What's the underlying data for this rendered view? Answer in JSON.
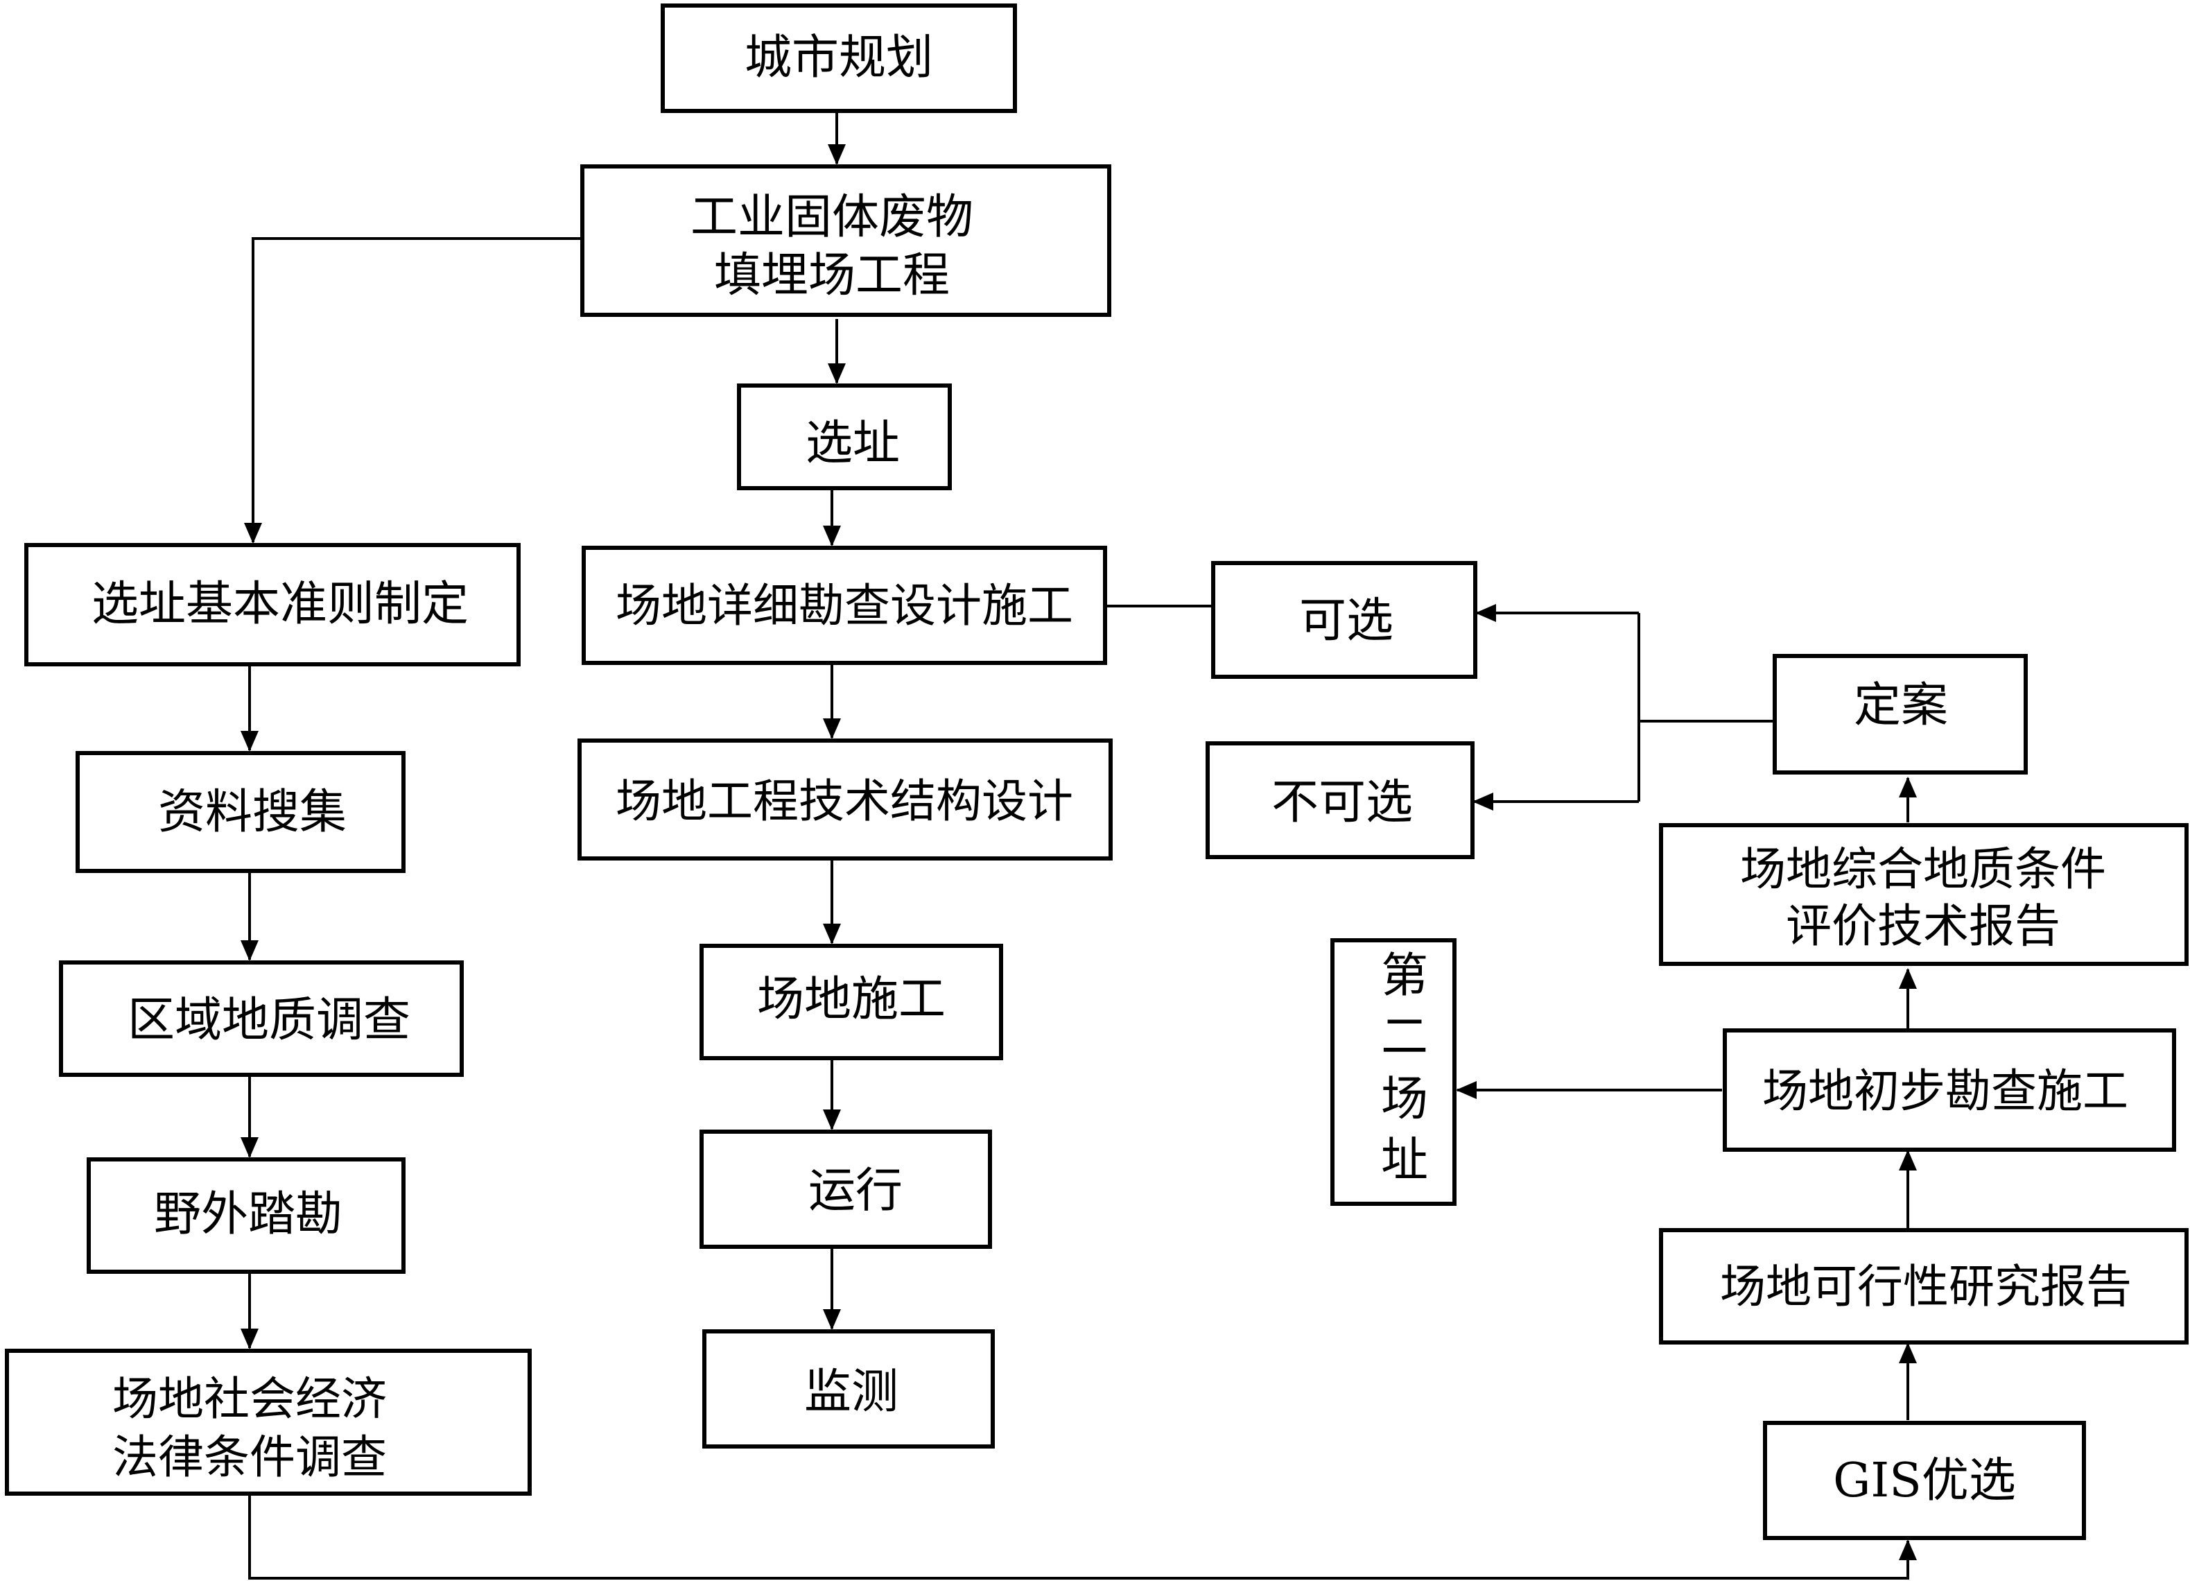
{
  "boxes": {
    "city_planning": "城市规划",
    "landfill_project": [
      "工业固体废物",
      "填埋场工程"
    ],
    "site_selection": "选址",
    "site_criteria": "选址基本准则制定",
    "data_collection": "资料搜集",
    "regional_geology": "区域地质调查",
    "field_survey": "野外踏勘",
    "socioeconomic_survey": [
      "场地社会经济",
      "法律条件调查"
    ],
    "detailed_survey": "场地详细勘查设计施工",
    "structural_design": "场地工程技术结构设计",
    "site_construction": "场地施工",
    "operation": "运行",
    "monitoring": "监测",
    "selectable": "可选",
    "not_selectable": "不可选",
    "finalize": "定案",
    "geology_report": [
      "场地综合地质条件",
      "评价技术报告"
    ],
    "second_site": [
      "第",
      "二",
      "场",
      "址"
    ],
    "preliminary_survey": "场地初步勘查施工",
    "feasibility_report": "场地可行性研究报告",
    "gis_selection": "GIS优选"
  }
}
